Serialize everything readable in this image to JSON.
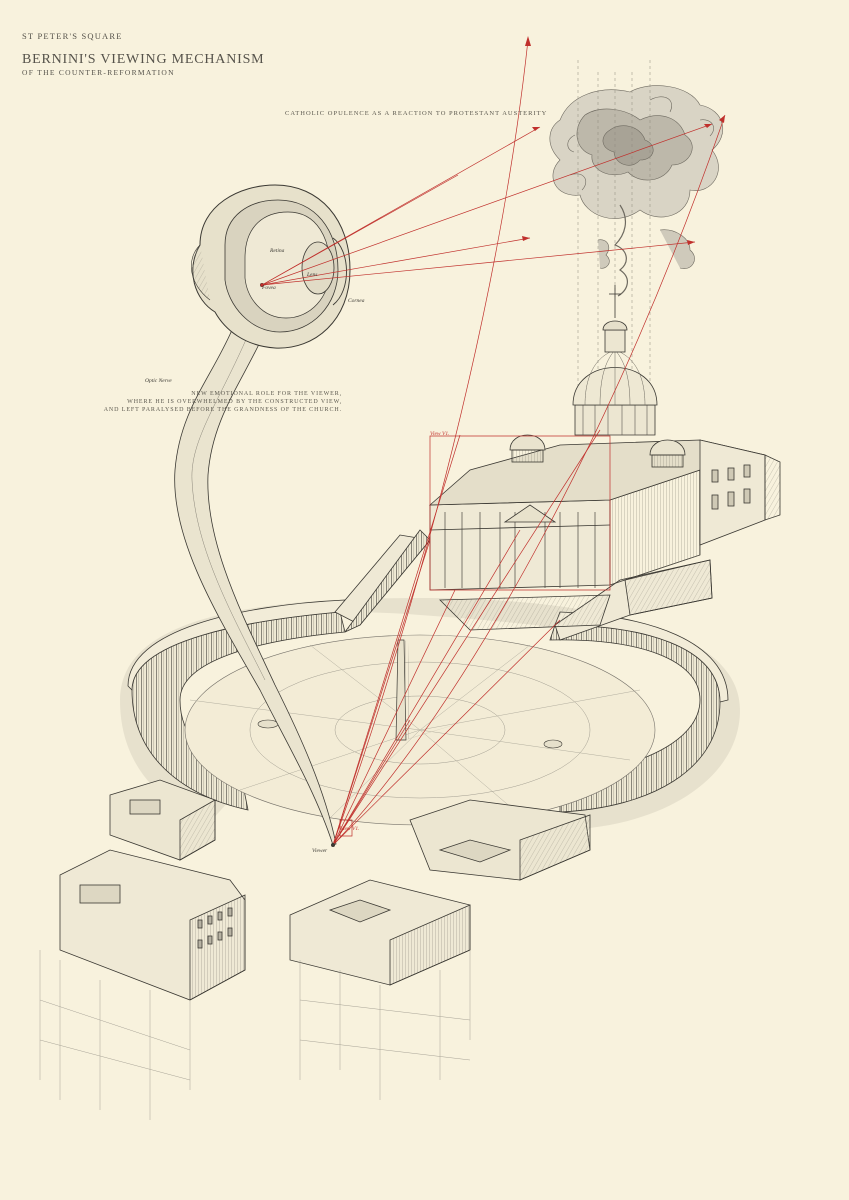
{
  "header": {
    "kicker": "ST PETER'S SQUARE",
    "title": "BERNINI'S VIEWING MECHANISM",
    "subtitle": "OF THE COUNTER-REFORMATION"
  },
  "statement": "CATHOLIC OPULENCE AS A REACTION TO PROTESTANT AUSTERITY",
  "note": {
    "line1": "NEW EMOTIONAL ROLE FOR THE VIEWER,",
    "line2": "WHERE HE IS OVERWHELMED BY THE CONSTRUCTED VIEW,",
    "line3": "AND LEFT PARALYSED BEFORE THE GRANDNESS OF THE CHURCH."
  },
  "eye_labels": {
    "retina": "Retina",
    "lens": "Lens",
    "fovea": "Fovea",
    "cornea": "Cornea",
    "optic_nerve": "Optic Nerve"
  },
  "plan_labels": {
    "viewer": "Viewer",
    "view_top": "View V1.",
    "view_bottom": "View V1."
  },
  "colors": {
    "paper": "#f8f2dd",
    "ink": "#3b3933",
    "sight_lines": "#c0302c"
  }
}
